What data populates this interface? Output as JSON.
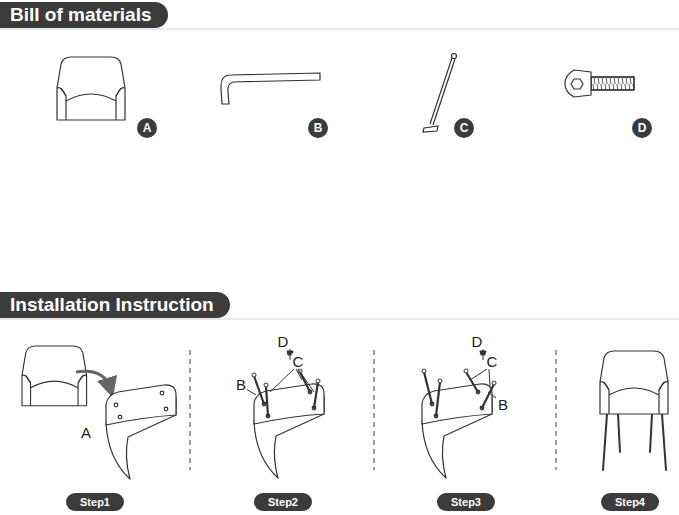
{
  "diagram": {
    "nodes": [
      {
        "text": [
          "Bill of materials"
        ]
      },
      {
        "text": [
          "A"
        ]
      },
      {
        "text": [
          "B"
        ]
      },
      {
        "text": [
          "C"
        ]
      },
      {
        "text": [
          "D"
        ]
      },
      {
        "text": [
          "Installation Instruction"
        ]
      },
      {
        "text": [
          "Step1"
        ]
      },
      {
        "text": [
          "Step2"
        ]
      },
      {
        "text": [
          "Step3"
        ]
      },
      {
        "text": [
          "Step4"
        ]
      }
    ],
    "labels": [
      "A",
      "D",
      "C",
      "B",
      "D",
      "C",
      "B"
    ]
  }
}
